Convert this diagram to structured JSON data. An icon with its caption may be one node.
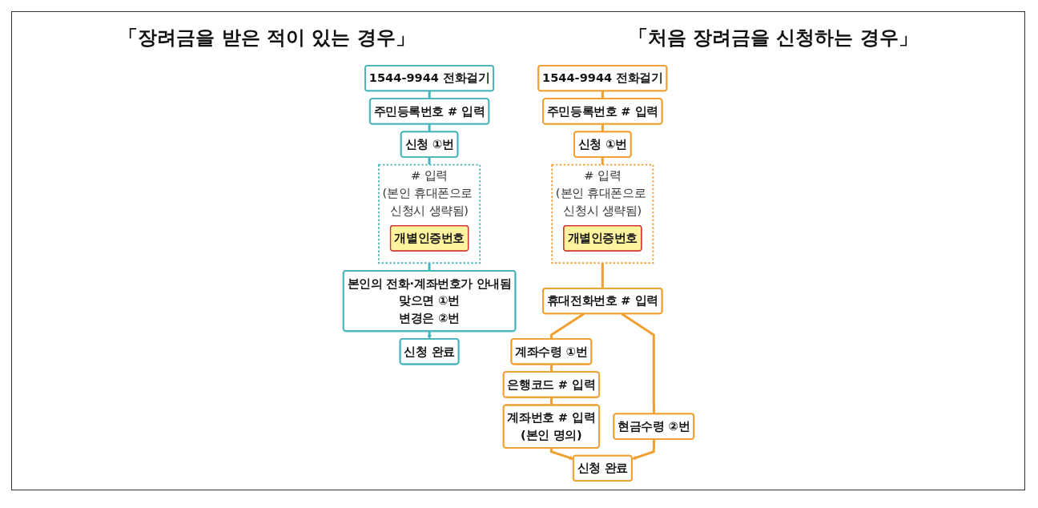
{
  "diagram": {
    "nodes": [
      {
        "text": [
          "1544-9944 전화걸기"
        ]
      },
      {
        "text": [
          "주민등록번호 # 입력"
        ]
      },
      {
        "text": [
          "신청 ①번"
        ]
      },
      {
        "text": [
          "# 입력",
          "(본인 휴대폰으로 신청시 생략됨)"
        ]
      },
      {
        "text": [
          "개별인증번호"
        ],
        "in": 3
      },
      {
        "text": [
          "본인의 전화·계좌번호가 안내됨",
          "맞으면 ①번",
          "변경은 ②번"
        ]
      },
      {
        "text": [
          "신청 완료"
        ]
      },
      {
        "text": [
          "1544-9944 전화걸기"
        ]
      },
      {
        "text": [
          "주민등록번호 # 입력"
        ]
      },
      {
        "text": [
          "신청 ①번"
        ]
      },
      {
        "text": [
          "# 입력",
          "(본인 휴대폰으로 신청시 생략됨)"
        ]
      },
      {
        "text": [
          "개별인증번호"
        ],
        "in": 10
      },
      {
        "text": [
          "휴대전화번호 # 입력"
        ]
      },
      {
        "text": [
          "계좌수령 ①번"
        ]
      },
      {
        "text": [
          "현금수령 ②번"
        ]
      },
      {
        "text": [
          "은행코드 # 입력"
        ]
      },
      {
        "text": [
          "계좌번호 # 입력",
          "(본인 명의)"
        ]
      },
      {
        "text": [
          "신청 완료"
        ]
      }
    ],
    "edges": [
      {
        "from": 0,
        "to": 1,
        "arrow": "none",
        "color": "#4bb5bd"
      },
      {
        "from": 1,
        "to": 2,
        "arrow": "none",
        "color": "#4bb5bd"
      },
      {
        "from": 2,
        "to": 3,
        "arrow": "none",
        "color": "#4bb5bd"
      },
      {
        "from": 3,
        "to": 5,
        "arrow": "none",
        "color": "#4bb5bd"
      },
      {
        "from": 5,
        "to": 6,
        "arrow": "to",
        "color": "#4bb5bd"
      },
      {
        "from": 7,
        "to": 8,
        "arrow": "none"
      },
      {
        "from": 8,
        "to": 9,
        "arrow": "none"
      },
      {
        "from": 9,
        "to": 10,
        "arrow": "none"
      },
      {
        "from": 10,
        "to": 12,
        "arrow": "none"
      },
      {
        "from": 12,
        "to": 13,
        "arrow": "none"
      },
      {
        "from": 12,
        "to": 14,
        "arrow": "none"
      },
      {
        "from": 13,
        "to": 15,
        "arrow": "none"
      },
      {
        "from": 15,
        "to": 16,
        "arrow": "none"
      },
      {
        "from": 16,
        "to": 17,
        "arrow": "to"
      },
      {
        "from": 14,
        "to": 17,
        "arrow": "to"
      }
    ],
    "labels": [
      "「장려금을 받은 적이 있는 경우」",
      "「처음 장려금을 신청하는 경우」"
    ]
  }
}
